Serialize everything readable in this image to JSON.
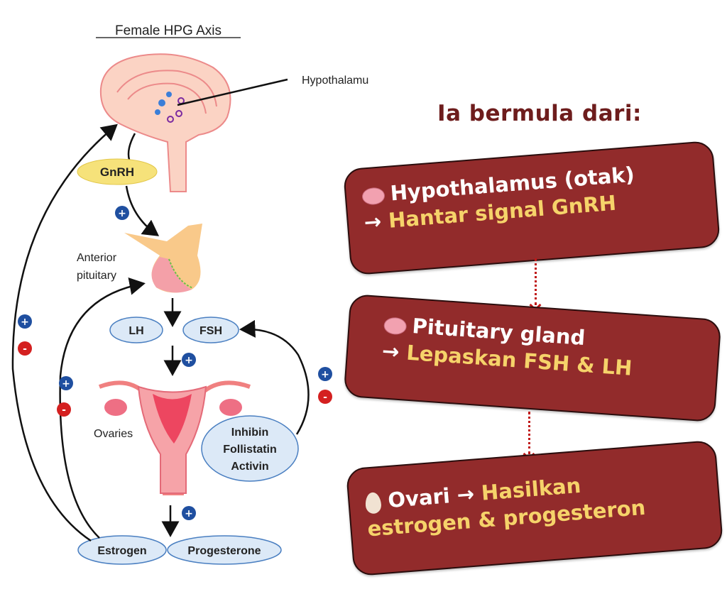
{
  "diagram": {
    "title": "Female HPG Axis",
    "hypothalamus_label": "Hypothalamus",
    "gnrh": "GnRH",
    "anterior_pituitary": [
      "Anterior",
      "pituitary"
    ],
    "lh": "LH",
    "fsh": "FSH",
    "ovaries": "Ovaries",
    "feedback": [
      "Inhibin",
      "Follistatin",
      "Activin"
    ],
    "estrogen": "Estrogen",
    "progesterone": "Progesterone",
    "plus": "+",
    "minus": "-"
  },
  "colors": {
    "box": "#922b2b",
    "highlight": "#f6d36a",
    "heading": "#6e1d1d",
    "plus": "#1f4fa0",
    "minus": "#d42020"
  },
  "right": {
    "heading": "Ia bermula dari:",
    "steps": [
      {
        "icon": "brain",
        "title": "Hypothalamus (otak)",
        "arrow": "→",
        "action": "Hantar signal GnRH"
      },
      {
        "icon": "brain",
        "title": "Pituitary gland",
        "arrow": "→",
        "action": "Lepaskan FSH & LH"
      },
      {
        "icon": "egg",
        "title": "Ovari",
        "arrow": "→",
        "action": "Hasilkan",
        "action2": "estrogen & progesteron"
      }
    ]
  }
}
